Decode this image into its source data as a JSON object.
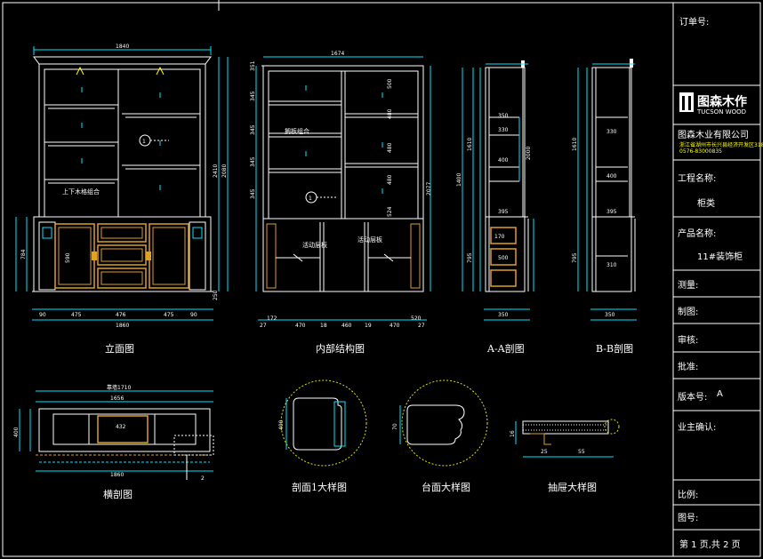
{
  "drawing": {
    "views": {
      "elevation": "立面图",
      "internal": "内部结构图",
      "section_a": "A-A剖图",
      "section_b": "B-B剖图",
      "plan": "横剖图",
      "profile_1": "剖面1大样图",
      "top_profile": "台面大样图",
      "drawer_profile": "抽屉大样图"
    },
    "elevation_dims": {
      "top_width": "1840",
      "bottom_width": "1860",
      "height_total": "2410",
      "height_upper": "2080",
      "base_height": "784",
      "base_inner": "590",
      "plinth": "250",
      "bottom_segments": [
        "90",
        "475",
        "476",
        "475",
        "90"
      ],
      "note": "上下木格组合"
    },
    "internal_dims": {
      "top_width": "1674",
      "height_total": "2077",
      "shelf_heights": [
        "351",
        "345",
        "345",
        "345",
        "345",
        "500",
        "480",
        "480",
        "480",
        "524"
      ],
      "bottom_segments": [
        "27",
        "470",
        "18",
        "460",
        "19",
        "470",
        "27"
      ],
      "bottom_small": [
        "172",
        "520"
      ],
      "notes": [
        "搁板组合",
        "活动层板",
        "活动层板"
      ]
    },
    "section_a_dims": [
      "350",
      "330",
      "400",
      "395",
      "170",
      "500",
      "1610",
      "795",
      "1400",
      "2000",
      "350"
    ],
    "section_b_dims": [
      "330",
      "400",
      "395",
      "310",
      "1610",
      "795",
      "350"
    ],
    "plan_dims": {
      "outer": "1860",
      "inner": "1656",
      "top_note": "靠墙1710",
      "height": "400",
      "sub": "432"
    },
    "profile_dims": [
      "400",
      "70",
      "16",
      "25",
      "55"
    ],
    "section_markers": [
      "1",
      "2",
      "A",
      "B"
    ]
  },
  "title_block": {
    "order_no_label": "订单号:",
    "brand_name": "图森木作",
    "brand_en": "TUCSON WOOD",
    "company": "图森木业有限公司",
    "address": "浙江省湖州市长兴县经济开发区318号",
    "phone": "0576-83000835",
    "project_label": "工程名称:",
    "project_value": "柜类",
    "product_label": "产品名称:",
    "product_value": "11#装饰柜",
    "measure_label": "测量:",
    "draw_label": "制图:",
    "review_label": "审核:",
    "approve_label": "批准:",
    "version_label": "版本号:",
    "version_value": "A",
    "owner_label": "业主确认:",
    "scale_label": "比例:",
    "drawing_no_label": "图号:",
    "page_label": "第 1 页,共 2 页"
  },
  "colors": {
    "line": "#ffffff",
    "dim": "#00e5ff",
    "highlight": "#e0a020",
    "accent": "#ffff00",
    "background": "#000000"
  }
}
